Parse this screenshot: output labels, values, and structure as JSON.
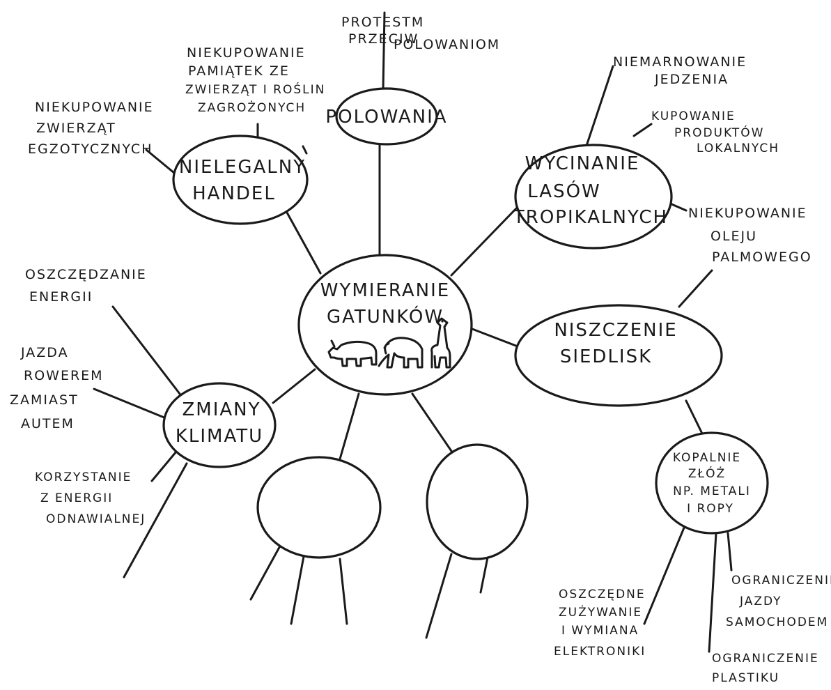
{
  "center": {
    "lines": [
      "WYMIERANIE",
      "GATUNKÓW"
    ],
    "illustration": "rhino-elephant-giraffe-sketch"
  },
  "nodes": {
    "polowania": {
      "lines": [
        "POLOWANIA"
      ]
    },
    "handel": {
      "lines": [
        "NIELEGALNY",
        "HANDEL"
      ]
    },
    "lasy": {
      "lines": [
        "WYCINANIE",
        "LASÓW",
        "TROPIKALNYCH"
      ]
    },
    "siedliska": {
      "lines": [
        "NISZCZENIE",
        "SIEDLISK"
      ]
    },
    "klimat": {
      "lines": [
        "ZMIANY",
        "KLIMATU"
      ]
    },
    "kopalnie": {
      "lines": [
        "KOPALNIE",
        "ZŁÓŻ",
        "NP. METALI",
        "I ROPY"
      ]
    },
    "empty_left": {
      "lines": []
    },
    "empty_right": {
      "lines": []
    }
  },
  "leaves": {
    "protest": {
      "lines": [
        "PROTESTM",
        "PRZECIW",
        "POLOWANIOM"
      ]
    },
    "pamiatki": {
      "lines": [
        "NIEKUPOWANIE",
        "PAMIĄTEK ZE",
        "ZWIERZĄT I ROŚLIN",
        "ZAGROŻONYCH"
      ]
    },
    "egzotyczne": {
      "lines": [
        "NIEKUPOWANIE",
        "ZWIERZĄT",
        "EGZOTYCZNYCH"
      ]
    },
    "jedzenie": {
      "lines": [
        "NIEMARNOWANIE",
        "JEDZENIA"
      ]
    },
    "lokalne": {
      "lines": [
        "KUPOWANIE",
        "PRODUKTÓW",
        "LOKALNYCH"
      ]
    },
    "olej": {
      "lines": [
        "NIEKUPOWANIE",
        "OLEJU",
        "PALMOWEGO"
      ]
    },
    "energia": {
      "lines": [
        "OSZCZĘDZANIE",
        "ENERGII"
      ]
    },
    "rower": {
      "lines": [
        "JAZDA",
        "ROWEREM",
        "ZAMIAST",
        "AUTEM"
      ]
    },
    "odnawialna": {
      "lines": [
        "KORZYSTANIE",
        "Z ENERGII",
        "ODNAWIALNEJ"
      ]
    },
    "elektronika": {
      "lines": [
        "OSZCZĘDNE",
        "ZUŻYWANIE",
        "I WYMIANA",
        "ELEKTRONIKI"
      ]
    },
    "jazda": {
      "lines": [
        "OGRANICZENIE",
        "JAZDY",
        "SAMOCHODEM"
      ]
    },
    "plastik": {
      "lines": [
        "OGRANICZENIE",
        "PLASTIKU"
      ]
    }
  },
  "colors": {
    "ink": "#1a1a1a",
    "paper": "#ffffff"
  }
}
